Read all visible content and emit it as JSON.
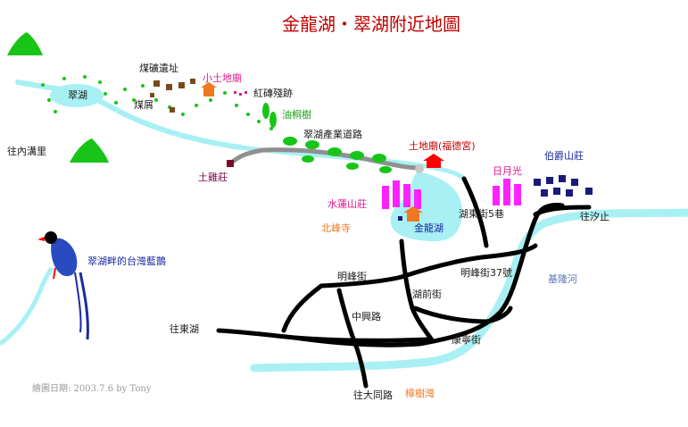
{
  "title": "金龍湖・翠湖附近地圖",
  "labels": {
    "cuihu": "翠湖",
    "coal_mine": "煤礦遺址",
    "coal_hut": "煤屑",
    "small_temple": "小土地廟",
    "red_brick": "紅磚殘跡",
    "tung_tree": "油桐樹",
    "to_neigou": "往內溝里",
    "industry_road": "翠湖產業道路",
    "earth_temple": "土地廟(福德宮)",
    "tuji": "土雞莊",
    "riyueguang": "日月光",
    "boyue": "伯爵山莊",
    "shuilian": "水蓮山莊",
    "hudong": "湖東街5巷",
    "to_xizhi": "往汐止",
    "beifeng": "北峰寺",
    "jinlong": "金龍湖",
    "magpie": "翠湖畔的台灣藍鵲",
    "mingfeng": "明峰街",
    "mingfeng37": "明峰街37號",
    "keelung_river": "基隆河",
    "huqian": "湖前街",
    "zhongxing": "中興路",
    "to_donghu": "往東湖",
    "kangning": "康寧街",
    "to_datong": "往大同路",
    "zhangshuwan": "樟樹灣",
    "credit": "繪圖日期: 2003.7.6 by Tony"
  },
  "colors": {
    "title": "#c00000",
    "road": "#000000",
    "industry_road": "#909090",
    "water": "#a8f0f4",
    "pink_label": "#e0198c",
    "purple_label": "#6a2a9a",
    "blue_label": "#1a2aa0",
    "green": "#19c419",
    "dark_navy": "#1a1a7a",
    "magenta": "#ff22ff",
    "orange": "#f07820",
    "credit": "#999999"
  },
  "icons": [
    "mountain-icon",
    "temple-icon",
    "building-icon",
    "tree-icon",
    "bird-icon",
    "house-icon"
  ]
}
